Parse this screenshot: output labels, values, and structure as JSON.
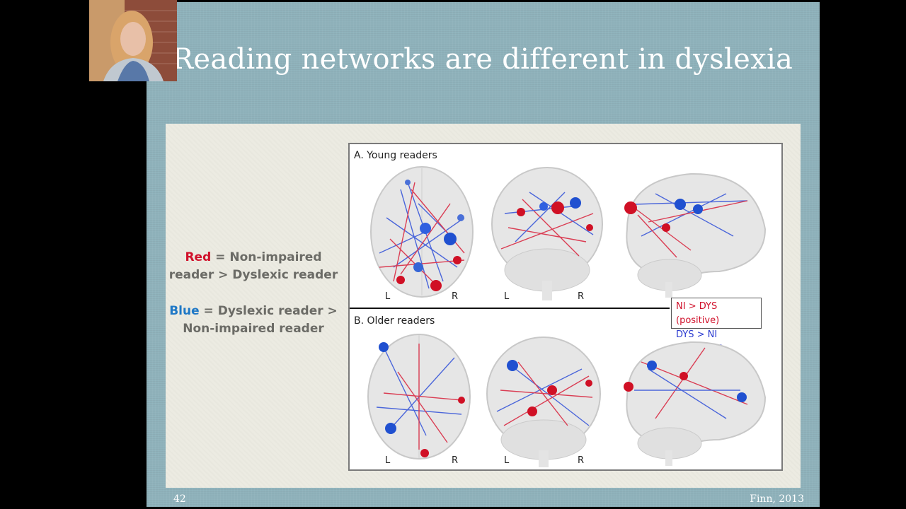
{
  "slide": {
    "title": "Reading networks are different in dyslexia",
    "number": "42",
    "citation": "Finn, 2013",
    "background_color": "#8fb2bb",
    "panel_color": "#ecebe2"
  },
  "legend": {
    "red_keyword": "Red",
    "red_text_1": " = Non-impaired",
    "red_text_2": "reader > Dyslexic reader",
    "blue_keyword": "Blue",
    "blue_text_1": " = Dyslexic reader >",
    "blue_text_2": "Non-impaired reader",
    "red_color": "#d0112b",
    "blue_color": "#1f78c6"
  },
  "figure": {
    "panel_a_label": "A. Young readers",
    "panel_b_label": "B. Older readers",
    "left_label": "L",
    "right_label": "R",
    "legend_positive": "NI > DYS (positive)",
    "legend_negative": "DYS > NI (negative)",
    "views": [
      "axial",
      "coronal",
      "sagittal"
    ]
  },
  "webcam": {
    "description": "presenter-video"
  }
}
